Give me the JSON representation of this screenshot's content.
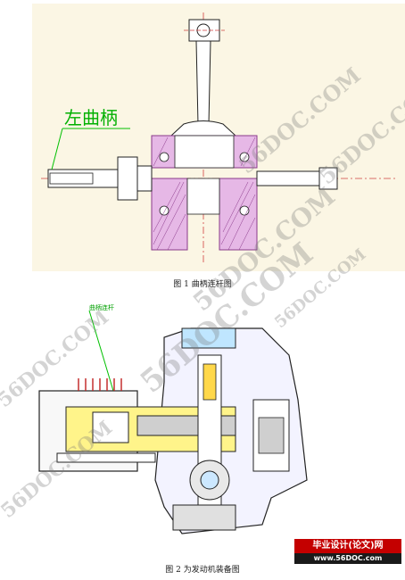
{
  "figure1": {
    "label": "左曲柄",
    "caption": "图 1 曲柄连杆图"
  },
  "figure2": {
    "label": "曲柄连杆",
    "caption": "图 2 为发动机装备图"
  },
  "watermarks": [
    "56DOC.COM",
    "56DOC.COM",
    "56DOC.COM",
    "56DOC.COM",
    "56DOC.COM",
    "56DOC.COM",
    "56DOC.COM"
  ],
  "banner": {
    "title": "毕业设计(论文)网",
    "url": "www.56DOC.com"
  },
  "colors": {
    "part_fill": "#e6b8e6",
    "part_stroke": "#8a3a8a",
    "leader": "#00c000",
    "centerline": "#d04040"
  }
}
